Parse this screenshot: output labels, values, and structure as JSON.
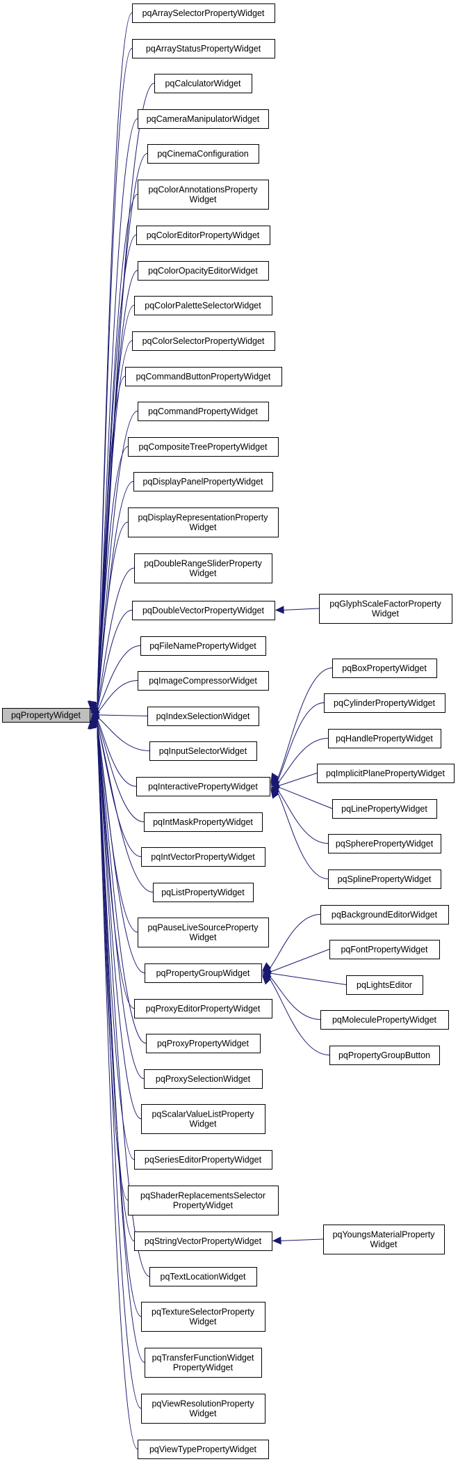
{
  "root": {
    "id": "root",
    "lines": [
      "pqPropertyWidget"
    ]
  },
  "children": [
    {
      "id": "n_arraysel",
      "lines": [
        "pqArraySelectorPropertyWidget"
      ]
    },
    {
      "id": "n_arraystat",
      "lines": [
        "pqArrayStatusPropertyWidget"
      ]
    },
    {
      "id": "n_calc",
      "lines": [
        "pqCalculatorWidget"
      ]
    },
    {
      "id": "n_cammanip",
      "lines": [
        "pqCameraManipulatorWidget"
      ]
    },
    {
      "id": "n_cinema",
      "lines": [
        "pqCinemaConfiguration"
      ]
    },
    {
      "id": "n_colorannot",
      "lines": [
        "pqColorAnnotationsProperty",
        "Widget"
      ]
    },
    {
      "id": "n_coloreditor",
      "lines": [
        "pqColorEditorPropertyWidget"
      ]
    },
    {
      "id": "n_coloropac",
      "lines": [
        "pqColorOpacityEditorWidget"
      ]
    },
    {
      "id": "n_colorpal",
      "lines": [
        "pqColorPaletteSelectorWidget"
      ]
    },
    {
      "id": "n_colorsel",
      "lines": [
        "pqColorSelectorPropertyWidget"
      ]
    },
    {
      "id": "n_cmdbtn",
      "lines": [
        "pqCommandButtonPropertyWidget"
      ]
    },
    {
      "id": "n_cmdprop",
      "lines": [
        "pqCommandPropertyWidget"
      ]
    },
    {
      "id": "n_comptree",
      "lines": [
        "pqCompositeTreePropertyWidget"
      ]
    },
    {
      "id": "n_disppanel",
      "lines": [
        "pqDisplayPanelPropertyWidget"
      ]
    },
    {
      "id": "n_disprepr",
      "lines": [
        "pqDisplayRepresentationProperty",
        "Widget"
      ]
    },
    {
      "id": "n_dblrange",
      "lines": [
        "pqDoubleRangeSliderProperty",
        "Widget"
      ]
    },
    {
      "id": "n_dblvec",
      "lines": [
        "pqDoubleVectorPropertyWidget"
      ]
    },
    {
      "id": "n_filename",
      "lines": [
        "pqFileNamePropertyWidget"
      ]
    },
    {
      "id": "n_imgcomp",
      "lines": [
        "pqImageCompressorWidget"
      ]
    },
    {
      "id": "n_indexsel",
      "lines": [
        "pqIndexSelectionWidget"
      ]
    },
    {
      "id": "n_inputsel",
      "lines": [
        "pqInputSelectorWidget"
      ]
    },
    {
      "id": "n_interactive",
      "lines": [
        "pqInteractivePropertyWidget"
      ]
    },
    {
      "id": "n_intmask",
      "lines": [
        "pqIntMaskPropertyWidget"
      ]
    },
    {
      "id": "n_intvec",
      "lines": [
        "pqIntVectorPropertyWidget"
      ]
    },
    {
      "id": "n_list",
      "lines": [
        "pqListPropertyWidget"
      ]
    },
    {
      "id": "n_pauselive",
      "lines": [
        "pqPauseLiveSourceProperty",
        "Widget"
      ]
    },
    {
      "id": "n_propgroup",
      "lines": [
        "pqPropertyGroupWidget"
      ]
    },
    {
      "id": "n_proxyeditor",
      "lines": [
        "pqProxyEditorPropertyWidget"
      ]
    },
    {
      "id": "n_proxyprop",
      "lines": [
        "pqProxyPropertyWidget"
      ]
    },
    {
      "id": "n_proxysel",
      "lines": [
        "pqProxySelectionWidget"
      ]
    },
    {
      "id": "n_scalarval",
      "lines": [
        "pqScalarValueListProperty",
        "Widget"
      ]
    },
    {
      "id": "n_serieseditor",
      "lines": [
        "pqSeriesEditorPropertyWidget"
      ]
    },
    {
      "id": "n_shaderrep",
      "lines": [
        "pqShaderReplacementsSelector",
        "PropertyWidget"
      ]
    },
    {
      "id": "n_strvec",
      "lines": [
        "pqStringVectorPropertyWidget"
      ]
    },
    {
      "id": "n_textloc",
      "lines": [
        "pqTextLocationWidget"
      ]
    },
    {
      "id": "n_texturesel",
      "lines": [
        "pqTextureSelectorProperty",
        "Widget"
      ]
    },
    {
      "id": "n_transfer",
      "lines": [
        "pqTransferFunctionWidget",
        "PropertyWidget"
      ]
    },
    {
      "id": "n_viewres",
      "lines": [
        "pqViewResolutionProperty",
        "Widget"
      ]
    },
    {
      "id": "n_viewtype",
      "lines": [
        "pqViewTypePropertyWidget"
      ]
    }
  ],
  "subclasses": [
    {
      "parent": "n_dblvec",
      "id": "g_glyph",
      "lines": [
        "pqGlyphScaleFactorProperty",
        "Widget"
      ]
    },
    {
      "parent": "n_interactive",
      "id": "g_box",
      "lines": [
        "pqBoxPropertyWidget"
      ]
    },
    {
      "parent": "n_interactive",
      "id": "g_cyl",
      "lines": [
        "pqCylinderPropertyWidget"
      ]
    },
    {
      "parent": "n_interactive",
      "id": "g_handle",
      "lines": [
        "pqHandlePropertyWidget"
      ]
    },
    {
      "parent": "n_interactive",
      "id": "g_plane",
      "lines": [
        "pqImplicitPlanePropertyWidget"
      ]
    },
    {
      "parent": "n_interactive",
      "id": "g_line",
      "lines": [
        "pqLinePropertyWidget"
      ]
    },
    {
      "parent": "n_interactive",
      "id": "g_sphere",
      "lines": [
        "pqSpherePropertyWidget"
      ]
    },
    {
      "parent": "n_interactive",
      "id": "g_spline",
      "lines": [
        "pqSplinePropertyWidget"
      ]
    },
    {
      "parent": "n_propgroup",
      "id": "g_bgeditor",
      "lines": [
        "pqBackgroundEditorWidget"
      ]
    },
    {
      "parent": "n_propgroup",
      "id": "g_font",
      "lines": [
        "pqFontPropertyWidget"
      ]
    },
    {
      "parent": "n_propgroup",
      "id": "g_lights",
      "lines": [
        "pqLightsEditor"
      ]
    },
    {
      "parent": "n_propgroup",
      "id": "g_molecule",
      "lines": [
        "pqMoleculePropertyWidget"
      ]
    },
    {
      "parent": "n_propgroup",
      "id": "g_pgbutton",
      "lines": [
        "pqPropertyGroupButton"
      ]
    },
    {
      "parent": "n_strvec",
      "id": "g_youngs",
      "lines": [
        "pqYoungsMaterialProperty",
        "Widget"
      ]
    }
  ],
  "colors": {
    "edge": "#191970",
    "root_fill": "#bfbfbf",
    "node_fill": "#ffffff",
    "node_stroke": "#000000"
  }
}
